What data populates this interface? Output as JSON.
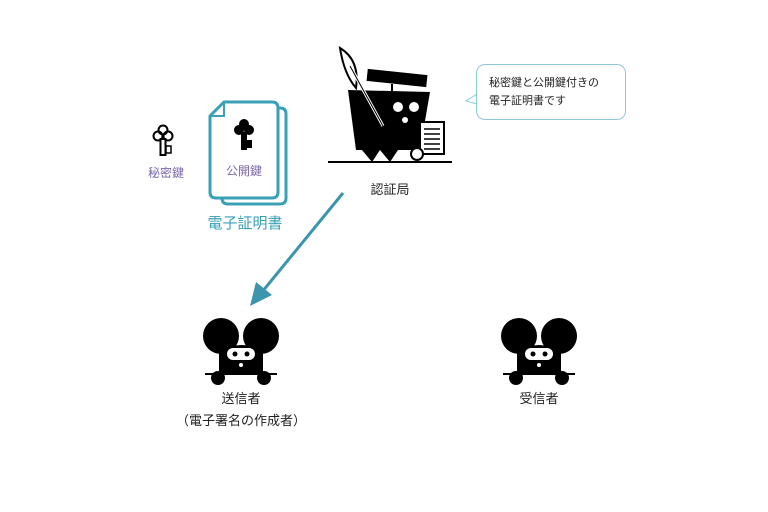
{
  "bubble": {
    "lines": [
      "秘密鍵と公開鍵付きの",
      "電子証明書です"
    ]
  },
  "private_key_label": "秘密鍵",
  "certificate": {
    "key_label": "公開鍵",
    "title": "電子証明書"
  },
  "authority_label": "認証局",
  "sender": {
    "label": "送信者",
    "sublabel": "（電子署名の作成者）"
  },
  "receiver": {
    "label": "受信者"
  },
  "colors": {
    "teal": "#3aa0b6",
    "purple": "#7a68ad",
    "arrow": "#3b95ad"
  }
}
